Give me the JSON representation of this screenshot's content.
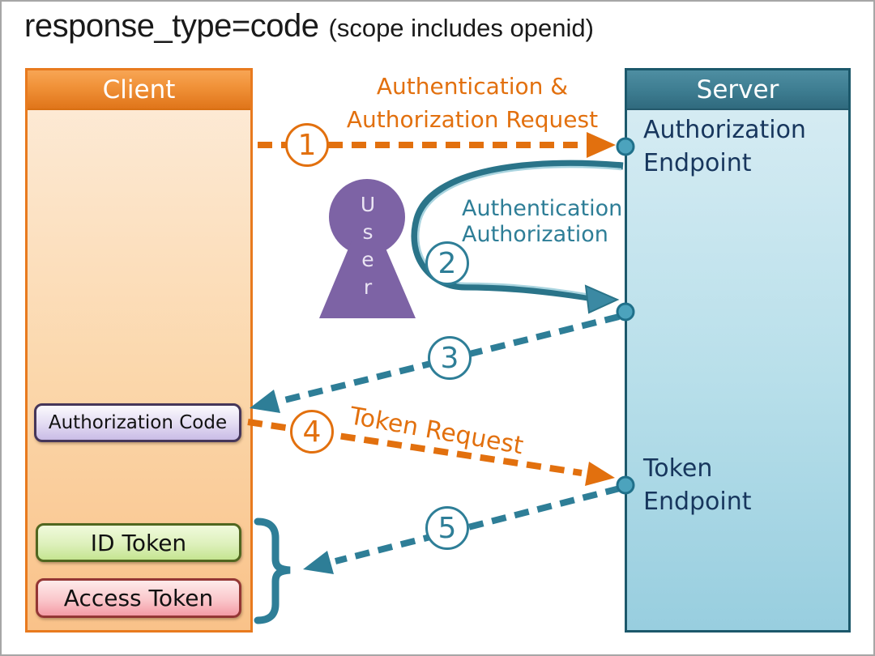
{
  "title": {
    "main": "response_type=code",
    "sub": "(scope includes openid)"
  },
  "client": {
    "header": "Client",
    "authorization_code": "Authorization Code",
    "id_token": "ID Token",
    "access_token": "Access Token"
  },
  "server": {
    "header": "Server",
    "authorization_endpoint": "Authorization\nEndpoint",
    "token_endpoint": "Token\nEndpoint"
  },
  "user": {
    "label": "User"
  },
  "flow": {
    "steps": [
      {
        "num": "1",
        "label": "Authentication &\nAuthorization Request"
      },
      {
        "num": "2",
        "label": "Authentication\nAuthorization"
      },
      {
        "num": "3",
        "label": ""
      },
      {
        "num": "4",
        "label": "Token Request"
      },
      {
        "num": "5",
        "label": ""
      }
    ]
  },
  "colors": {
    "orange": "#E2700E",
    "teal": "#2E7E97",
    "navy": "#17365D",
    "purple": "#7D63A5"
  }
}
